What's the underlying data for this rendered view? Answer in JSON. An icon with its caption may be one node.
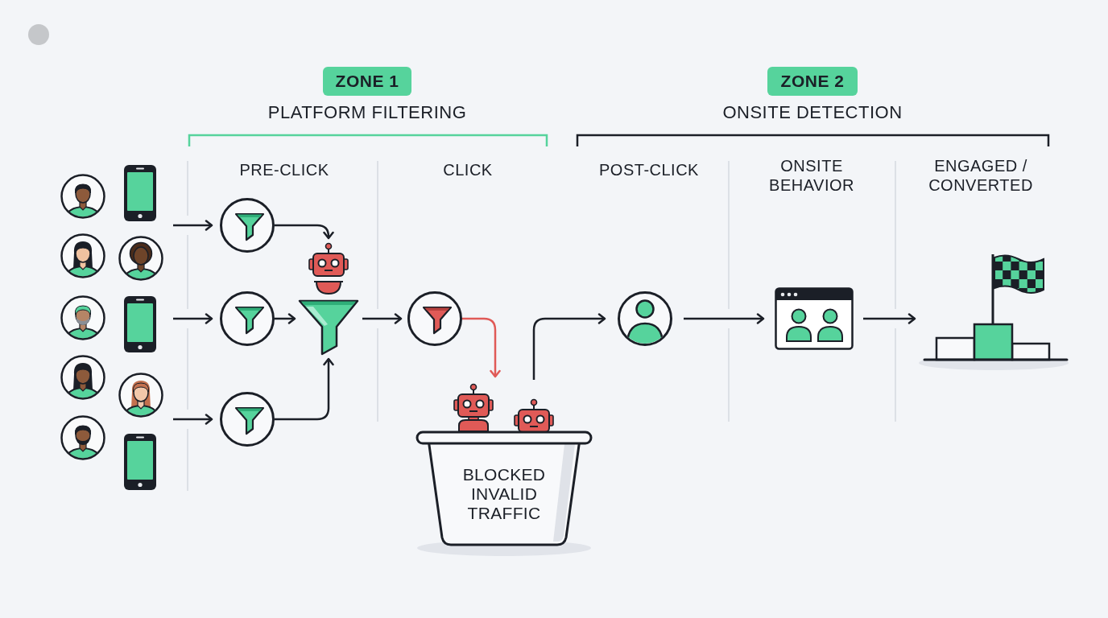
{
  "diagram": {
    "nodes": [
      {
        "text": [
          "ZONE 1"
        ],
        "beside": [
          "PLATFORM FILTERING"
        ]
      },
      {
        "text": [
          "ZONE 2"
        ],
        "beside": [
          "ONSITE DETECTION"
        ]
      },
      {
        "text": [],
        "shape": "circle"
      },
      {
        "text": [],
        "shape": "circle"
      },
      {
        "text": [],
        "shape": "circle"
      },
      {
        "text": [],
        "shape": "funnel"
      },
      {
        "text": [],
        "shape": "circle"
      },
      {
        "text": [
          "BLOCKED INVALID TRAFFIC"
        ]
      },
      {
        "text": [],
        "shape": "circle"
      },
      {
        "text": [],
        "shape": "window"
      },
      {
        "text": [],
        "shape": "picture"
      }
    ],
    "edges": [
      {
        "from": null,
        "to": 2,
        "arrow": "to"
      },
      {
        "from": null,
        "to": 3,
        "arrow": "to"
      },
      {
        "from": null,
        "to": 4,
        "arrow": "to"
      },
      {
        "from": 2,
        "to": 5,
        "arrow": "to"
      },
      {
        "from": 3,
        "to": 5,
        "arrow": "to"
      },
      {
        "from": 4,
        "to": 5,
        "arrow": "to"
      },
      {
        "from": 5,
        "to": 6,
        "arrow": "to"
      },
      {
        "from": 6,
        "to": 7,
        "arrow": "to",
        "color": "#e05a57"
      },
      {
        "from": 7,
        "to": 8,
        "arrow": "to"
      },
      {
        "from": 8,
        "to": 9,
        "arrow": "to"
      },
      {
        "from": 9,
        "to": 10,
        "arrow": "to"
      }
    ],
    "labels": [
      "PRE-CLICK",
      "CLICK",
      "POST-CLICK",
      "ONSITE BEHAVIOR",
      "ENGAGED / CONVERTED"
    ]
  }
}
